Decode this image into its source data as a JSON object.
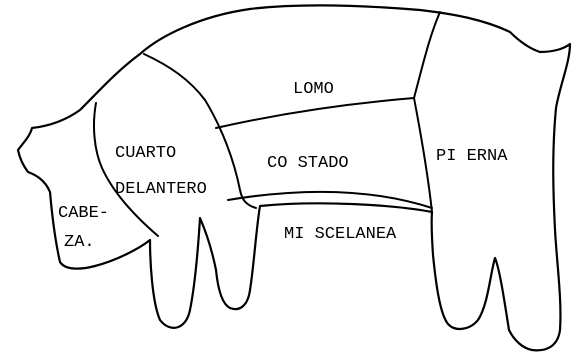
{
  "diagram": {
    "labels": {
      "lomo": "LOMO",
      "cuarto_line1": "CUARTO",
      "cuarto_line2": "DELANTERO",
      "costado": "CO STADO",
      "pierna": "PI ERNA",
      "cabeza_line1": "CABE-",
      "cabeza_line2": "ZA.",
      "miscelanea": "MI SCELANEA"
    }
  }
}
